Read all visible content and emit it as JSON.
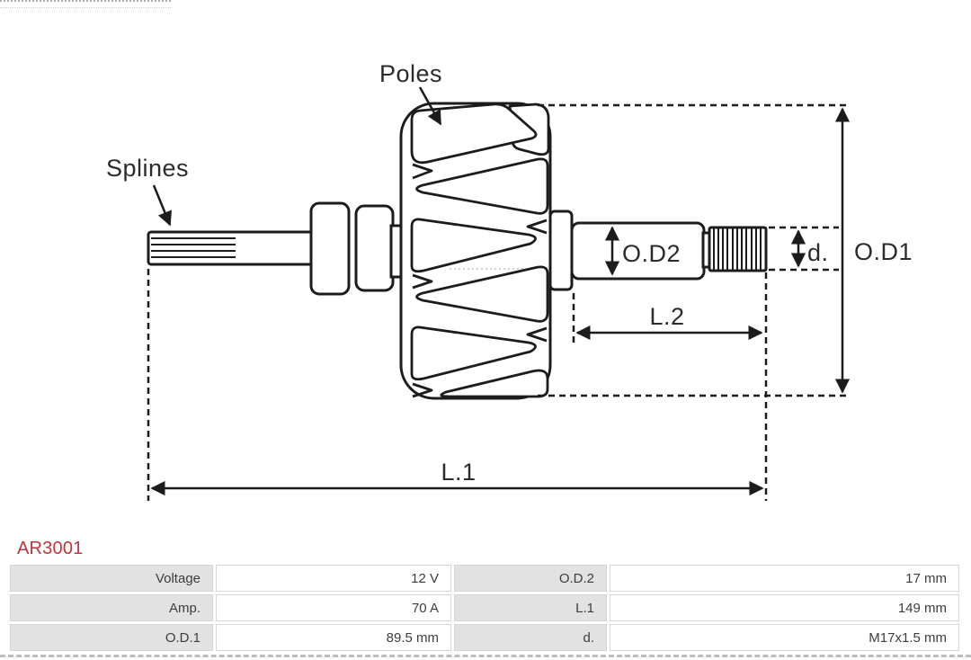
{
  "page": {
    "background": "#ffffff",
    "line_color": "#1c1c1c"
  },
  "diagram": {
    "labels": {
      "poles": "Poles",
      "splines": "Splines",
      "od2": "O.D2",
      "d": "d.",
      "od1": "O.D1",
      "l2": "L.2",
      "l1": "L.1"
    }
  },
  "product": {
    "code": "AR3001",
    "code_color": "#c03539"
  },
  "spec_table": {
    "label_bg": "#e2e2e2",
    "value_bg": "#ffffff",
    "border_color": "#d6d6d6",
    "rows": [
      [
        {
          "label": "Voltage",
          "value": "12 V"
        },
        {
          "label": "O.D.2",
          "value": "17 mm"
        }
      ],
      [
        {
          "label": "Amp.",
          "value": "70 A"
        },
        {
          "label": "L.1",
          "value": "149 mm"
        }
      ],
      [
        {
          "label": "O.D.1",
          "value": "89.5 mm"
        },
        {
          "label": "d.",
          "value": "M17x1.5 mm"
        }
      ]
    ]
  }
}
